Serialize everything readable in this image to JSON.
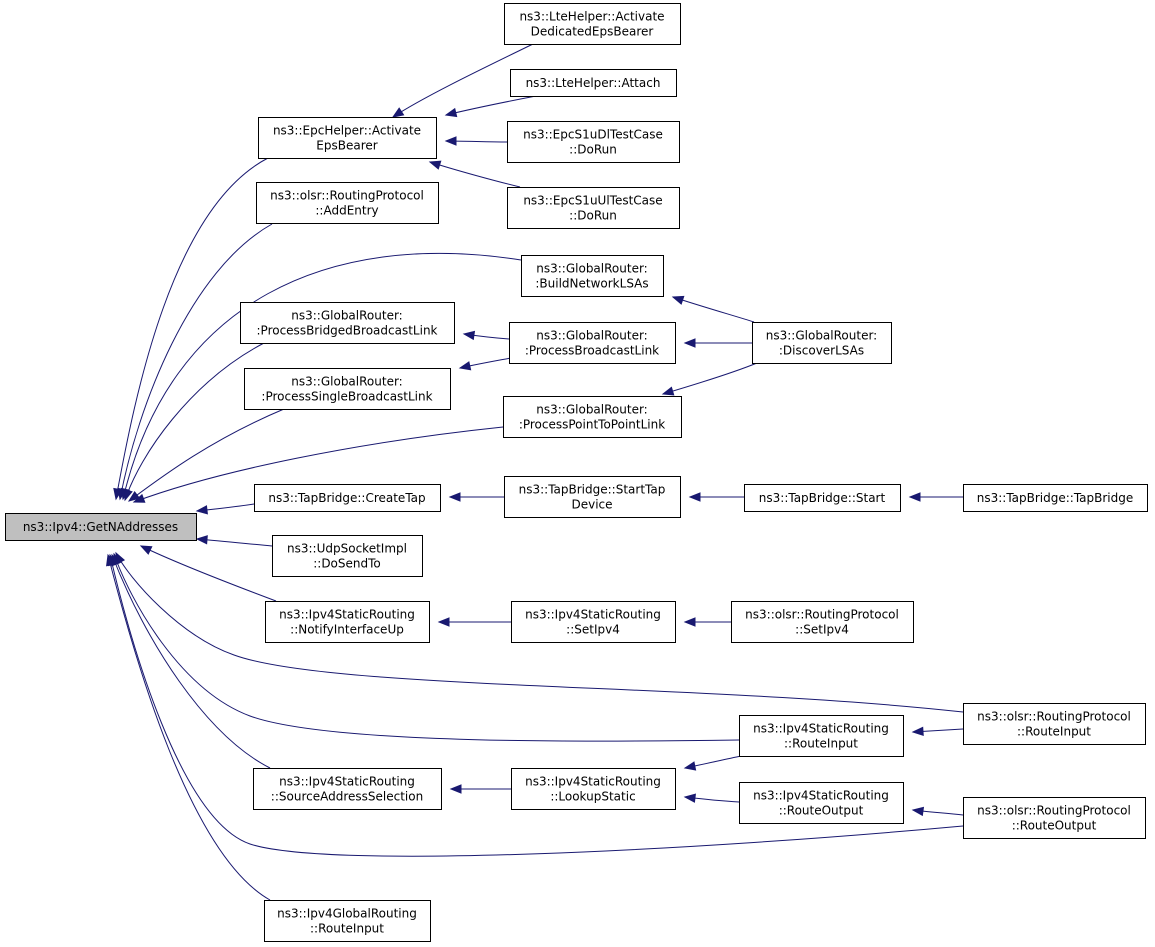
{
  "graph": {
    "nodes": [
      {
        "id": "getn",
        "lines": [
          "ns3::Ipv4::GetNAddresses"
        ],
        "root": true
      },
      {
        "id": "epc_act",
        "lines": [
          "ns3::EpcHelper::Activate",
          "EpsBearer"
        ]
      },
      {
        "id": "olsr_add",
        "lines": [
          "ns3::olsr::RoutingProtocol",
          "::AddEntry"
        ]
      },
      {
        "id": "gr_bridged",
        "lines": [
          "ns3::GlobalRouter:",
          ":ProcessBridgedBroadcastLink"
        ]
      },
      {
        "id": "gr_single",
        "lines": [
          "ns3::GlobalRouter:",
          ":ProcessSingleBroadcastLink"
        ]
      },
      {
        "id": "tb_create",
        "lines": [
          "ns3::TapBridge::CreateTap"
        ]
      },
      {
        "id": "udp_send",
        "lines": [
          "ns3::UdpSocketImpl",
          "::DoSendTo"
        ]
      },
      {
        "id": "sr_notify",
        "lines": [
          "ns3::Ipv4StaticRouting",
          "::NotifyInterfaceUp"
        ]
      },
      {
        "id": "sr_srcaddr",
        "lines": [
          "ns3::Ipv4StaticRouting",
          "::SourceAddressSelection"
        ]
      },
      {
        "id": "gl_rin",
        "lines": [
          "ns3::Ipv4GlobalRouting",
          "::RouteInput"
        ]
      },
      {
        "id": "lte_ded",
        "lines": [
          "ns3::LteHelper::Activate",
          "DedicatedEpsBearer"
        ]
      },
      {
        "id": "lte_att",
        "lines": [
          "ns3::LteHelper::Attach"
        ]
      },
      {
        "id": "s1u_dl",
        "lines": [
          "ns3::EpcS1uDlTestCase",
          "::DoRun"
        ]
      },
      {
        "id": "s1u_ul",
        "lines": [
          "ns3::EpcS1uUlTestCase",
          "::DoRun"
        ]
      },
      {
        "id": "gr_bnl",
        "lines": [
          "ns3::GlobalRouter:",
          ":BuildNetworkLSAs"
        ]
      },
      {
        "id": "gr_pbl",
        "lines": [
          "ns3::GlobalRouter:",
          ":ProcessBroadcastLink"
        ]
      },
      {
        "id": "gr_p2p",
        "lines": [
          "ns3::GlobalRouter:",
          ":ProcessPointToPointLink"
        ]
      },
      {
        "id": "tb_starttap",
        "lines": [
          "ns3::TapBridge::StartTap",
          "Device"
        ]
      },
      {
        "id": "sr_setipv4",
        "lines": [
          "ns3::Ipv4StaticRouting",
          "::SetIpv4"
        ]
      },
      {
        "id": "sr_rin",
        "lines": [
          "ns3::Ipv4StaticRouting",
          "::RouteInput"
        ]
      },
      {
        "id": "sr_lookup",
        "lines": [
          "ns3::Ipv4StaticRouting",
          "::LookupStatic"
        ]
      },
      {
        "id": "sr_rout",
        "lines": [
          "ns3::Ipv4StaticRouting",
          "::RouteOutput"
        ]
      },
      {
        "id": "gr_disc",
        "lines": [
          "ns3::GlobalRouter:",
          ":DiscoverLSAs"
        ]
      },
      {
        "id": "tb_start",
        "lines": [
          "ns3::TapBridge::Start"
        ]
      },
      {
        "id": "olsr_set",
        "lines": [
          "ns3::olsr::RoutingProtocol",
          "::SetIpv4"
        ]
      },
      {
        "id": "olsr_rin",
        "lines": [
          "ns3::olsr::RoutingProtocol",
          "::RouteInput"
        ]
      },
      {
        "id": "olsr_rout",
        "lines": [
          "ns3::olsr::RoutingProtocol",
          "::RouteOutput"
        ]
      },
      {
        "id": "tb_tb",
        "lines": [
          "ns3::TapBridge::TapBridge"
        ]
      }
    ],
    "edges": [
      {
        "from": "epc_act",
        "to": "getn"
      },
      {
        "from": "olsr_add",
        "to": "getn"
      },
      {
        "from": "gr_bnl",
        "to": "getn"
      },
      {
        "from": "gr_bridged",
        "to": "getn"
      },
      {
        "from": "gr_single",
        "to": "getn"
      },
      {
        "from": "gr_p2p",
        "to": "getn"
      },
      {
        "from": "tb_create",
        "to": "getn"
      },
      {
        "from": "udp_send",
        "to": "getn"
      },
      {
        "from": "sr_notify",
        "to": "getn"
      },
      {
        "from": "olsr_rin",
        "to": "getn"
      },
      {
        "from": "sr_rin",
        "to": "getn"
      },
      {
        "from": "sr_srcaddr",
        "to": "getn"
      },
      {
        "from": "olsr_rout",
        "to": "getn"
      },
      {
        "from": "gl_rin",
        "to": "getn"
      },
      {
        "from": "lte_ded",
        "to": "epc_act"
      },
      {
        "from": "lte_att",
        "to": "epc_act"
      },
      {
        "from": "s1u_dl",
        "to": "epc_act"
      },
      {
        "from": "s1u_ul",
        "to": "epc_act"
      },
      {
        "from": "gr_pbl",
        "to": "gr_bridged"
      },
      {
        "from": "gr_pbl",
        "to": "gr_single"
      },
      {
        "from": "tb_starttap",
        "to": "tb_create"
      },
      {
        "from": "sr_setipv4",
        "to": "sr_notify"
      },
      {
        "from": "sr_lookup",
        "to": "sr_srcaddr"
      },
      {
        "from": "gr_disc",
        "to": "gr_bnl"
      },
      {
        "from": "gr_disc",
        "to": "gr_pbl"
      },
      {
        "from": "gr_disc",
        "to": "gr_p2p"
      },
      {
        "from": "tb_start",
        "to": "tb_starttap"
      },
      {
        "from": "olsr_set",
        "to": "sr_setipv4"
      },
      {
        "from": "sr_rin",
        "to": "sr_lookup"
      },
      {
        "from": "sr_rout",
        "to": "sr_lookup"
      },
      {
        "from": "olsr_rin",
        "to": "sr_rin"
      },
      {
        "from": "olsr_rout",
        "to": "sr_rout"
      },
      {
        "from": "tb_tb",
        "to": "tb_start"
      }
    ]
  },
  "colors": {
    "edge": "#191970",
    "root_fill": "#bfbfbf",
    "node_fill": "#ffffff",
    "node_border": "#000000"
  }
}
